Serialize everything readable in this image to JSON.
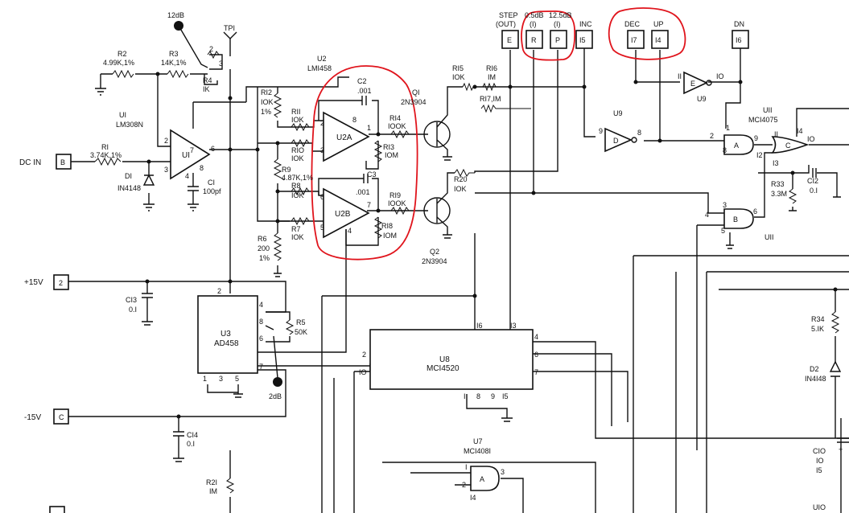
{
  "labels": {
    "dc_in": "DC  IN",
    "p15v": "+15V",
    "m15v": "-15V",
    "db12": "12dB",
    "db2": "2dB",
    "tp1": "TPI",
    "r2": "R2",
    "r2v": "4.99K,1%",
    "r3": "R3",
    "r3v": "14K,1%",
    "r4": "R4",
    "r4v": "IK",
    "r1": "RI",
    "r1v": "3.74K,1%",
    "d1": "DI",
    "d1v": "IN4148",
    "u1a": "UI",
    "u1b": "LM308N",
    "u1": "UI",
    "c1": "CI",
    "c1v": "100pf",
    "u2a": "U2",
    "u2b": "LMI458",
    "u2al": "U2A",
    "u2bl": "U2B",
    "c2": "C2",
    "c2v": ".001",
    "c3": "C3",
    "c3v": ".001",
    "r12": "RI2",
    "r12v": "IOK",
    "r12p": "1%",
    "r11": "RII",
    "r11v": "IOK",
    "r10": "RIO",
    "r10v": "IOK",
    "r9": "R9",
    "r9v": "4.87K,1%",
    "r8": "R8",
    "r8v": "IOK",
    "r7": "R7",
    "r7v": "IOK",
    "r6": "R6",
    "r6v": "200",
    "r6p": "1%",
    "r14": "RI4",
    "r14v": "IOOK",
    "r13": "RI3",
    "r13v": "IOM",
    "r19": "RI9",
    "r19v": "IOOK",
    "r18": "RI8",
    "r18v": "IOM",
    "q1": "QI",
    "q1v": "2N3904",
    "q2": "Q2",
    "q2v": "2N3904",
    "r15": "RI5",
    "r15v": "IOK",
    "r16": "RI6",
    "r16v": "IM",
    "r17": "RI7,IM",
    "r20": "R20",
    "r20v": "IOK",
    "step": "STEP",
    "out": "(OUT)",
    "db05": "0.5dB",
    "db125": "12.5dB",
    "one": "(I)",
    "inc": "INC",
    "dec": "DEC",
    "up": "UP",
    "dn": "DN",
    "pin_e": "E",
    "pin_r": "R",
    "pin_p": "P",
    "pin15": "I5",
    "pin17": "I7",
    "pin14": "I4",
    "pin16": "I6",
    "pin_b": "B",
    "pin_2": "2",
    "pin_c": "C",
    "u9a": "U9",
    "u9b": "U9",
    "gate_e": "E",
    "gate_d": "D",
    "u11": "UII",
    "u11v": "MCI4075",
    "gate_a": "A",
    "gate_b": "B",
    "gate_c": "C",
    "u11b": "UII",
    "c12": "CI2",
    "c12v": "0.I",
    "r33": "R33",
    "r33v": "3.3M",
    "u3": "U3",
    "u3v": "AD458",
    "r5": "R5",
    "r5v": "50K",
    "c13": "CI3",
    "c13v": "0.I",
    "c14": "CI4",
    "c14v": "0.I",
    "u8": "U8",
    "u8v": "MCI4520",
    "u7": "U7",
    "u7v": "MCI408I",
    "gate_a7": "A",
    "r21": "R2I",
    "r21v": "IM",
    "r34": "R34",
    "r34v": "5.IK",
    "d2": "D2",
    "d2v": "IN4I48",
    "c10": "CIO",
    "c10v": "IO",
    "c10v2": "I5",
    "u10": "UIO"
  }
}
